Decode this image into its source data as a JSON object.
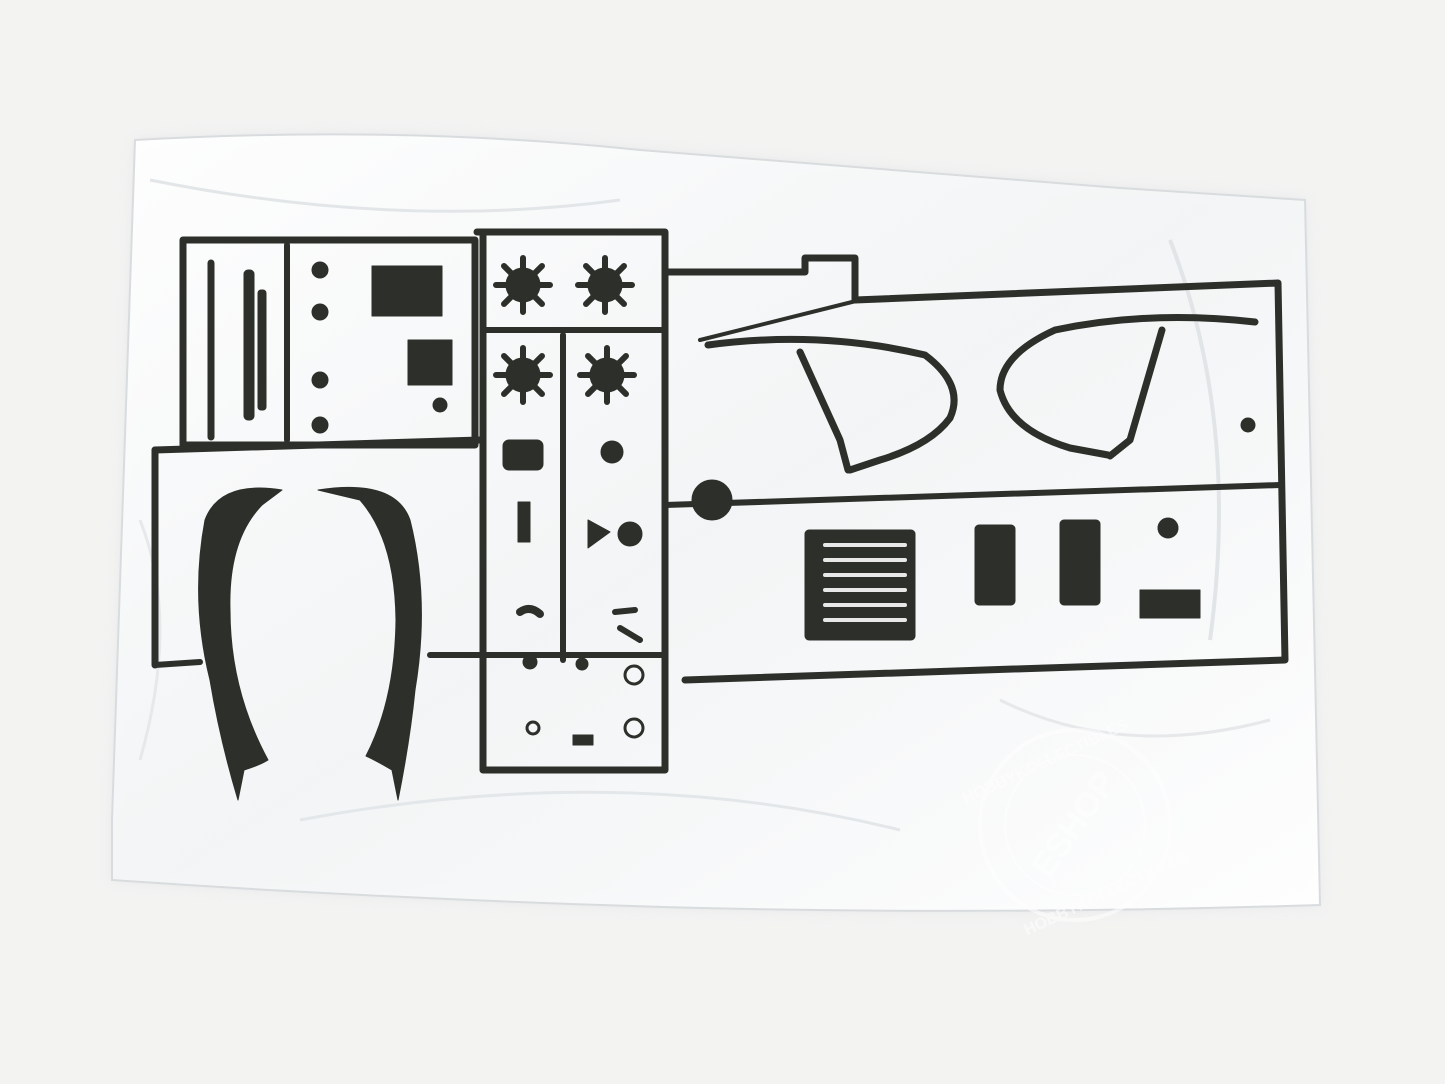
{
  "photo": {
    "subject": "Plastic model kit sprue sealed in a clear plastic bag",
    "colors": {
      "background": "#f3f3f2",
      "bag": "#ffffff",
      "bag_edge": "#d9dcde",
      "plastic": "#2c2f2a",
      "plastic_highlight": "#4a4e47"
    }
  },
  "watermark": {
    "line1": "HOBBYKOLLECTIBLES",
    "line2": "HOBBYKOLLECTIBLES",
    "center": "ESHOP"
  }
}
